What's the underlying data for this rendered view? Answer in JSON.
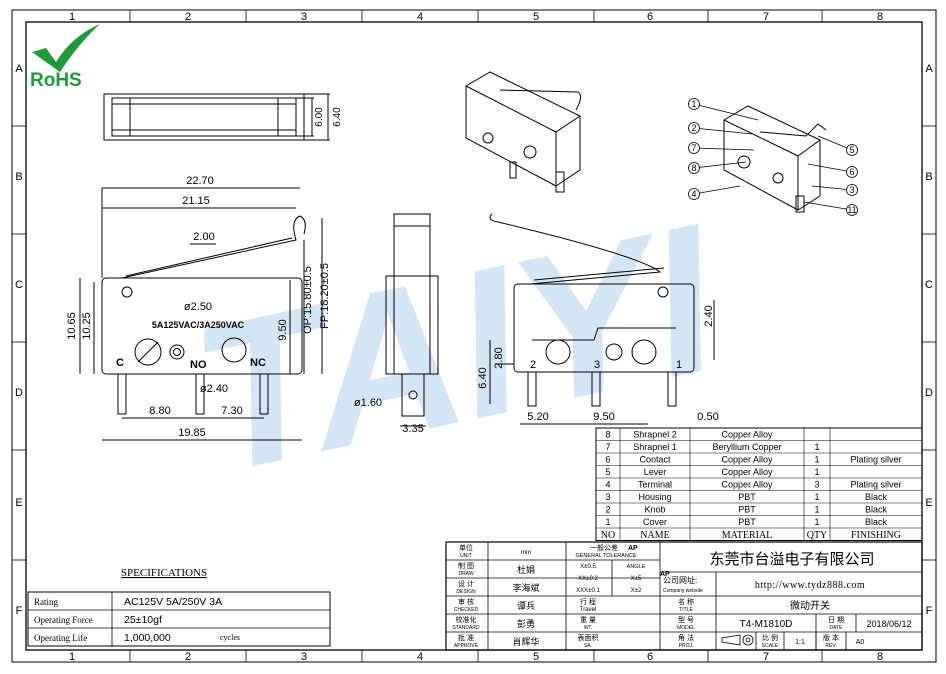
{
  "grid": {
    "cols": [
      "1",
      "2",
      "3",
      "4",
      "5",
      "6",
      "7",
      "8"
    ],
    "rows": [
      "A",
      "B",
      "C",
      "D",
      "E",
      "F"
    ]
  },
  "logo": {
    "text": "RoHS",
    "check_color": "#1d9a3a",
    "text_color": "#1d9a3a"
  },
  "watermark": {
    "text": "TAIYI",
    "color": "#3d8fd6"
  },
  "product_text": "5A125VAC/3A250VAC",
  "terminals": {
    "c": "C",
    "no": "NO",
    "nc": "NC",
    "n1": "1",
    "n2": "2",
    "n3": "3"
  },
  "dims": {
    "top_w": "6.00",
    "top_w2": "6.40",
    "front_22": "22.70",
    "front_21": "21.15",
    "front_200": "2.00",
    "front_250": "ø2.50",
    "front_240": "ø2.40",
    "front_1065": "10.65",
    "front_1025": "10.25",
    "front_950": "9.50",
    "front_op": "OP:15.80±0.5",
    "front_fp": "FP:18.20±0.5",
    "front_880": "8.80",
    "front_730": "7.30",
    "front_1985": "19.85",
    "side_160": "ø1.60",
    "side_335": "3.35",
    "back_240": "2.40",
    "back_280": "2.80",
    "back_640": "6.40",
    "back_520": "5.20",
    "back_950": "9.50",
    "back_050": "0.50"
  },
  "balloons": [
    "1",
    "2",
    "7",
    "8",
    "4",
    "5",
    "6",
    "3",
    "11"
  ],
  "bom": {
    "header": [
      "NO",
      "NAME",
      "MATERIAL",
      "QTY",
      "FINISHING"
    ],
    "rows": [
      [
        "8",
        "Shrapnel 2",
        "Copper Alloy",
        "",
        ""
      ],
      [
        "7",
        "Shrapnel 1",
        "Beryllium Copper",
        "1",
        ""
      ],
      [
        "6",
        "Contact",
        "Copper Alloy",
        "1",
        "Plating silver"
      ],
      [
        "5",
        "Lever",
        "Copper Alloy",
        "1",
        ""
      ],
      [
        "4",
        "Terminal",
        "Copper Alloy",
        "3",
        "Plating silver"
      ],
      [
        "3",
        "Housing",
        "PBT",
        "1",
        "Black"
      ],
      [
        "2",
        "Knob",
        "PBT",
        "1",
        "Black"
      ],
      [
        "1",
        "Cover",
        "PBT",
        "1",
        "Black"
      ]
    ]
  },
  "specs": {
    "title": "SPECIFICATIONS",
    "rows": [
      {
        "label": "Rating",
        "value": "AC125V 5A/250V 3A",
        "unit": ""
      },
      {
        "label": "Operating Force",
        "value": "25±10gf",
        "unit": ""
      },
      {
        "label": "Operating Life",
        "value": "1,000,000",
        "unit": "cycles"
      }
    ]
  },
  "titleblock": {
    "unit_cn": "单位",
    "unit_en": "UNIT",
    "unit_val": "mm",
    "tol_cn": "一般公差",
    "tol_en": "GENERAL TOLERANCE",
    "ap": "AP",
    "angle": "ANGLE",
    "tol1": "X±0.5",
    "tol2": "XX±0.2",
    "tol3": "XXX±0.1",
    "ang1": "X±5",
    "ang2": "X±2",
    "draw_cn": "制 图",
    "draw_en": "DRAW",
    "draw_name": "杜娟",
    "design_cn": "设 计",
    "design_en": "DESIGN",
    "design_name": "李海斌",
    "check_cn": "审 核",
    "check_en": "CHECKED",
    "check_name": "谭兵",
    "std_cn": "校准化",
    "std_en": "STANDARD",
    "std_name": "彭勇",
    "appr_cn": "批 准",
    "appr_en": "APPROVE",
    "appr_name": "肖辉华",
    "trade_cn": "行 程",
    "trade_en": "Travel",
    "wt_cn": "重 量",
    "wt_en": "WT.",
    "surf_cn": "表面积",
    "surf_en": "SA.",
    "company": "东莞市台溢电子有限公司",
    "web_cn": "公司网址:",
    "web_en": "Company website",
    "web": "http://www.tydz888.com",
    "name_cn": "名 称",
    "name_en": "TITLE",
    "name_val": "微动开关",
    "model_cn": "型 号",
    "model_en": "MODEL",
    "model_val": "T4-M1810D",
    "date_cn": "日 期",
    "date_en": "DATE",
    "date_val": "2018/06/12",
    "proj_cn": "角 法",
    "proj_en": "PROJ.",
    "scale_cn": "比 例",
    "scale_en": "SCALE",
    "scale_val": "1:1",
    "rev_cn": "版 本",
    "rev_en": "REV.",
    "rev_val": "A0"
  }
}
